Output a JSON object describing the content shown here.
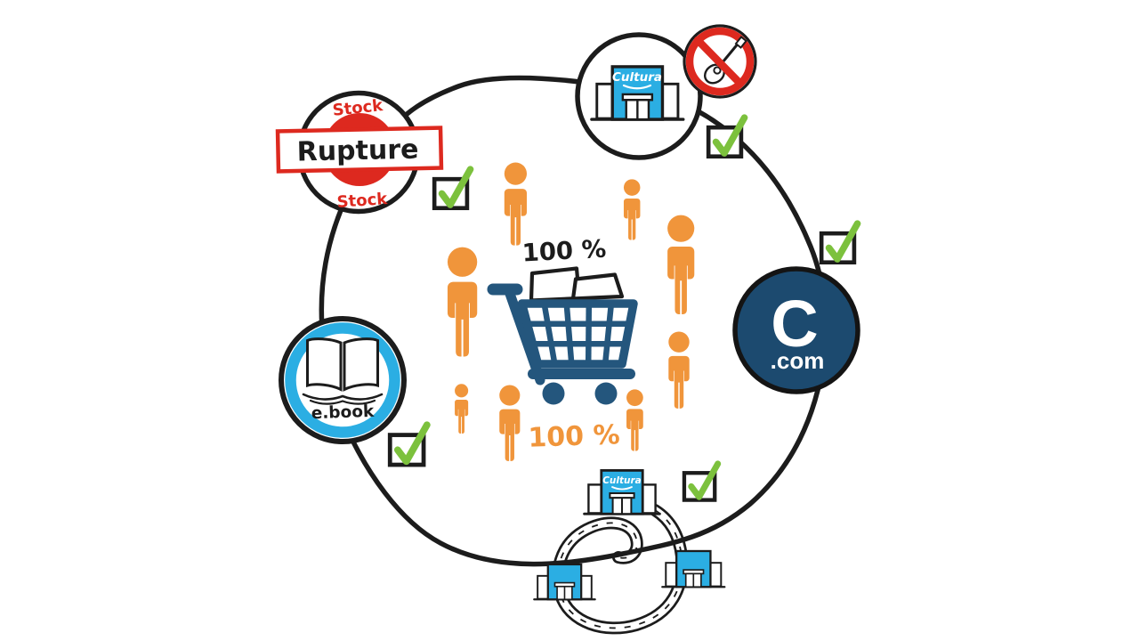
{
  "illustration": {
    "stock_badge": {
      "top": "Stock",
      "label": "Rupture",
      "bottom": "Stock"
    },
    "store_brand": "Cultura",
    "ebook_label": "e.book",
    "website": {
      "initial": "C",
      "domain": ".com"
    },
    "availability": {
      "top": "100 %",
      "bottom": "100 %"
    }
  },
  "colors": {
    "people_orange": "#F0953B",
    "cart_navy": "#24567D",
    "website_navy": "#1C4A6F",
    "cultura_cyan": "#2BAEE3",
    "alert_red": "#DD291F",
    "check_green": "#7CC13D",
    "ink": "#1C1C1C",
    "background": "#FFFFFF"
  },
  "icons": {
    "storefront": "storefront-icon",
    "no_guitar": "no-guitar-prohibition-icon",
    "open_book": "open-book-icon",
    "shopping_cart": "shopping-cart-icon",
    "person": "person-icon",
    "checkbox": "checkbox-checked-icon",
    "spiral_road": "spiral-road-icon"
  }
}
